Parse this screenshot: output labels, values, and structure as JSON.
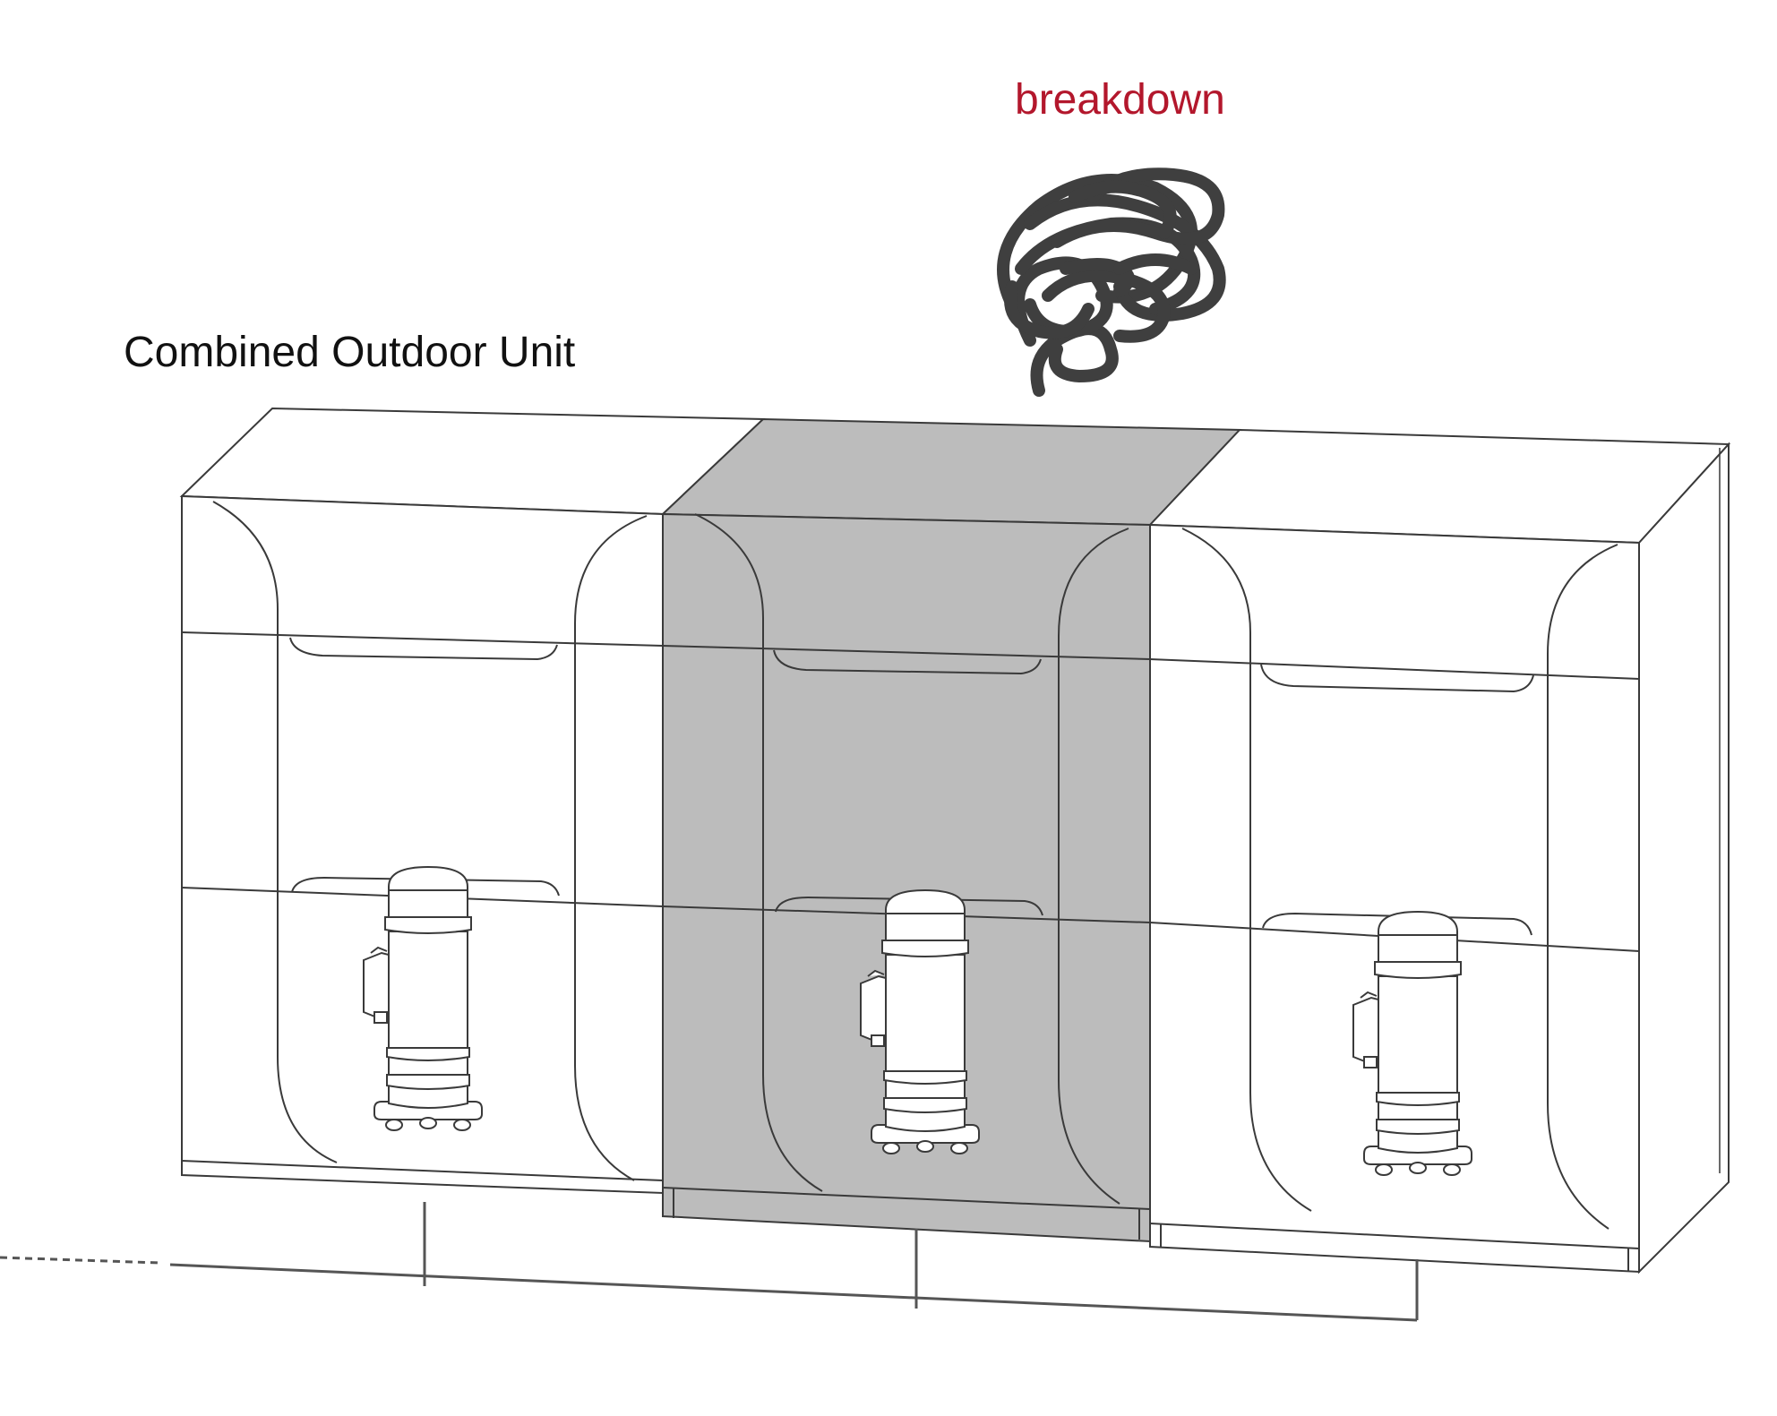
{
  "labels": {
    "unit_title": "Combined Outdoor Unit",
    "breakdown": "breakdown"
  },
  "modules": [
    {
      "id": "left",
      "state": "normal"
    },
    {
      "id": "center",
      "state": "breakdown"
    },
    {
      "id": "right",
      "state": "normal"
    }
  ],
  "colors": {
    "line": "#3a3a3a",
    "breakdown_text": "#b3172c",
    "failed_fill": "#bcbcbc",
    "scribble": "#3f3f3f",
    "pipe": "#555555"
  },
  "icons": [
    "compressor-icon",
    "breakdown-scribble-icon"
  ]
}
